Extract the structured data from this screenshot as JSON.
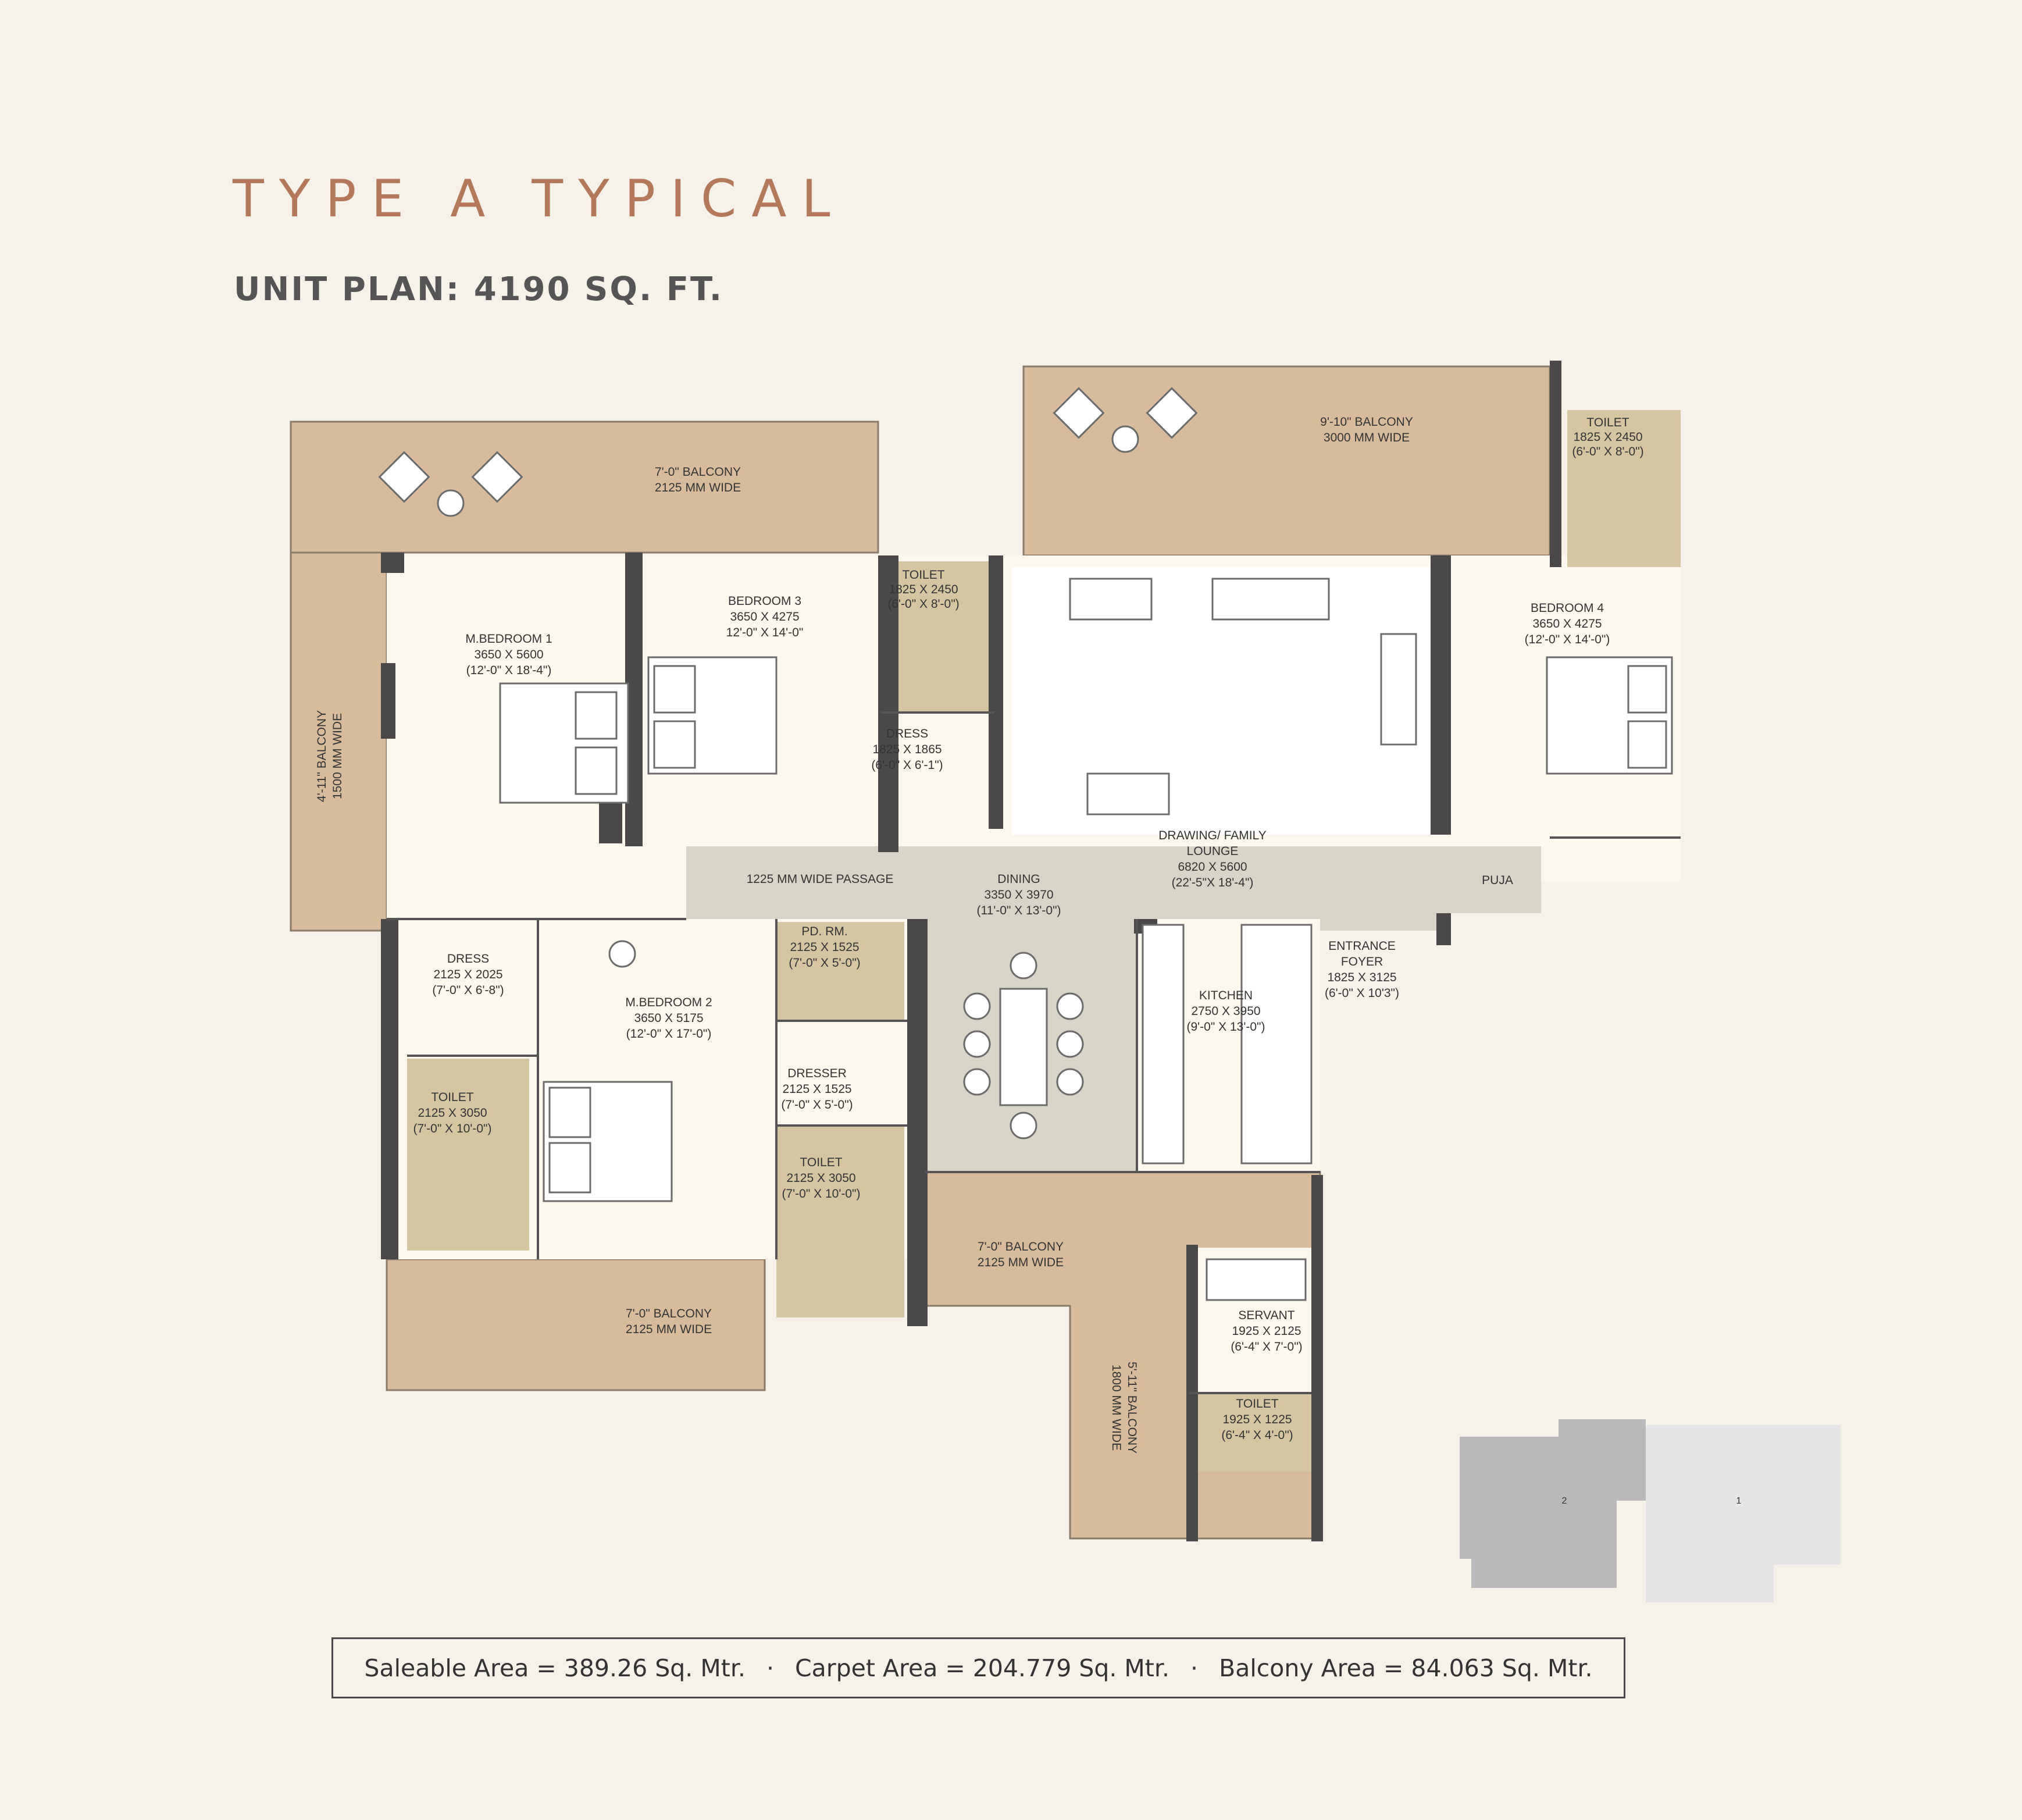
{
  "header": {
    "title": "TYPE A TYPICAL",
    "subtitle": "UNIT PLAN: 4190 SQ. FT."
  },
  "rooms": {
    "balcony_top_left": {
      "name": "7'-0\" BALCONY",
      "size": "2125 MM WIDE"
    },
    "balcony_top_right": {
      "name": "9'-10\" BALCONY",
      "size": "3000 MM WIDE"
    },
    "balcony_left": {
      "name": "4'-11\" BALCONY",
      "size": "1500 MM WIDE"
    },
    "balcony_bottom_left": {
      "name": "7'-0\" BALCONY",
      "size": "2125 MM WIDE"
    },
    "balcony_bottom_mid": {
      "name": "7'-0\" BALCONY",
      "size": "2125 MM WIDE"
    },
    "balcony_bottom_right": {
      "name": "5'-11\" BALCONY",
      "size": "1800 MM WIDE"
    },
    "mbedroom1": {
      "name": "M.BEDROOM 1",
      "metric": "3650 X 5600",
      "imperial": "(12'-0\" X 18'-4\")"
    },
    "bedroom3": {
      "name": "BEDROOM 3",
      "metric": "3650 X 4275",
      "imperial": "12'-0\" X 14'-0\""
    },
    "toilet_b3": {
      "name": "TOILET",
      "metric": "1825 X 2450",
      "imperial": "(6'-0\" X 8'-0\")"
    },
    "dress_b3": {
      "name": "DRESS",
      "metric": "1825 X 1865",
      "imperial": "(6'-0\" X 6'-1\")"
    },
    "lounge": {
      "name": "DRAWING/ FAMILY",
      "name2": "LOUNGE",
      "metric": "6820 X 5600",
      "imperial": "(22'-5\"X 18'-4\")"
    },
    "toilet_b4": {
      "name": "TOILET",
      "metric": "1825 X 2450",
      "imperial": "(6'-0\" X 8'-0\")"
    },
    "bedroom4": {
      "name": "BEDROOM 4",
      "metric": "3650 X 4275",
      "imperial": "(12'-0\" X 14'-0\")"
    },
    "passage": {
      "name": "1225 MM WIDE PASSAGE"
    },
    "dining": {
      "name": "DINING",
      "metric": "3350 X 3970",
      "imperial": "(11'-0\" X 13'-0\")"
    },
    "puja": {
      "name": "PUJA"
    },
    "dress_m1": {
      "name": "DRESS",
      "metric": "2125 X 2025",
      "imperial": "(7'-0\" X 6'-8\")"
    },
    "mbedroom2": {
      "name": "M.BEDROOM 2",
      "metric": "3650 X 5175",
      "imperial": "(12'-0\" X 17'-0\")"
    },
    "pdrm": {
      "name": "PD. RM.",
      "metric": "2125 X 1525",
      "imperial": "(7'-0\" X 5'-0\")"
    },
    "dresser": {
      "name": "DRESSER",
      "metric": "2125 X 1525",
      "imperial": "(7'-0\" X 5'-0\")"
    },
    "kitchen": {
      "name": "KITCHEN",
      "metric": "2750 X 3950",
      "imperial": "(9'-0\" X 13'-0\")"
    },
    "foyer": {
      "name": "ENTRANCE",
      "name2": "FOYER",
      "metric": "1825 X 3125",
      "imperial": "(6'-0\" X 10'3\")"
    },
    "toilet_m1": {
      "name": "TOILET",
      "metric": "2125 X 3050",
      "imperial": "(7'-0\" X 10'-0\")"
    },
    "toilet_m2": {
      "name": "TOILET",
      "metric": "2125 X 3050",
      "imperial": "(7'-0\" X 10'-0\")"
    },
    "servant": {
      "name": "SERVANT",
      "metric": "1925 X 2125",
      "imperial": "(6'-4\" X 7'-0\")"
    },
    "toilet_servant": {
      "name": "TOILET",
      "metric": "1925 X 1225",
      "imperial": "(6'-4\" X 4'-0\")"
    }
  },
  "key_plan": {
    "label_left": "2",
    "label_right": "1"
  },
  "areas": {
    "saleable": "Saleable Area = 389.26 Sq. Mtr.",
    "carpet": "Carpet Area = 204.779 Sq. Mtr.",
    "balcony": "Balcony Area = 84.063 Sq. Mtr.",
    "separator": "·"
  },
  "colors": {
    "background": "#f6f2ea",
    "balcony": "#d8bb9a",
    "floor": "#fdf8ee",
    "toilet": "#d5c5a0",
    "passage": "#d9d4c8",
    "wall": "#4a4848",
    "title": "#b5795a"
  }
}
